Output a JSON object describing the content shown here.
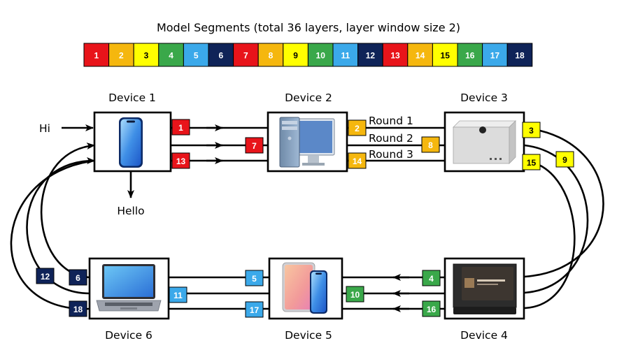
{
  "title": "Model Segments (total 36 layers, layer window size 2)",
  "colors": {
    "red": "#e8141a",
    "orange": "#f5b70e",
    "yellow": "#ffff00",
    "green": "#3aa84a",
    "blue": "#3ba9ea",
    "navy": "#0f2358"
  },
  "segments": [
    {
      "label": "1",
      "color": "red"
    },
    {
      "label": "2",
      "color": "orange"
    },
    {
      "label": "3",
      "color": "yellow"
    },
    {
      "label": "4",
      "color": "green"
    },
    {
      "label": "5",
      "color": "blue"
    },
    {
      "label": "6",
      "color": "navy"
    },
    {
      "label": "7",
      "color": "red"
    },
    {
      "label": "8",
      "color": "orange"
    },
    {
      "label": "9",
      "color": "yellow"
    },
    {
      "label": "10",
      "color": "green"
    },
    {
      "label": "11",
      "color": "blue"
    },
    {
      "label": "12",
      "color": "navy"
    },
    {
      "label": "13",
      "color": "red"
    },
    {
      "label": "14",
      "color": "orange"
    },
    {
      "label": "15",
      "color": "yellow"
    },
    {
      "label": "16",
      "color": "green"
    },
    {
      "label": "17",
      "color": "blue"
    },
    {
      "label": "18",
      "color": "navy"
    }
  ],
  "devices": [
    {
      "label": "Device 1",
      "icon": "smartphone-icon"
    },
    {
      "label": "Device 2",
      "icon": "desktop-pc-icon"
    },
    {
      "label": "Device 3",
      "icon": "mac-studio-icon"
    },
    {
      "label": "Device 4",
      "icon": "smart-display-icon"
    },
    {
      "label": "Device 5",
      "icon": "tablet-phone-icon"
    },
    {
      "label": "Device 6",
      "icon": "laptop-icon"
    }
  ],
  "input_text": "Hi",
  "output_text": "Hello",
  "rounds": [
    "Round 1",
    "Round 2",
    "Round 3"
  ]
}
